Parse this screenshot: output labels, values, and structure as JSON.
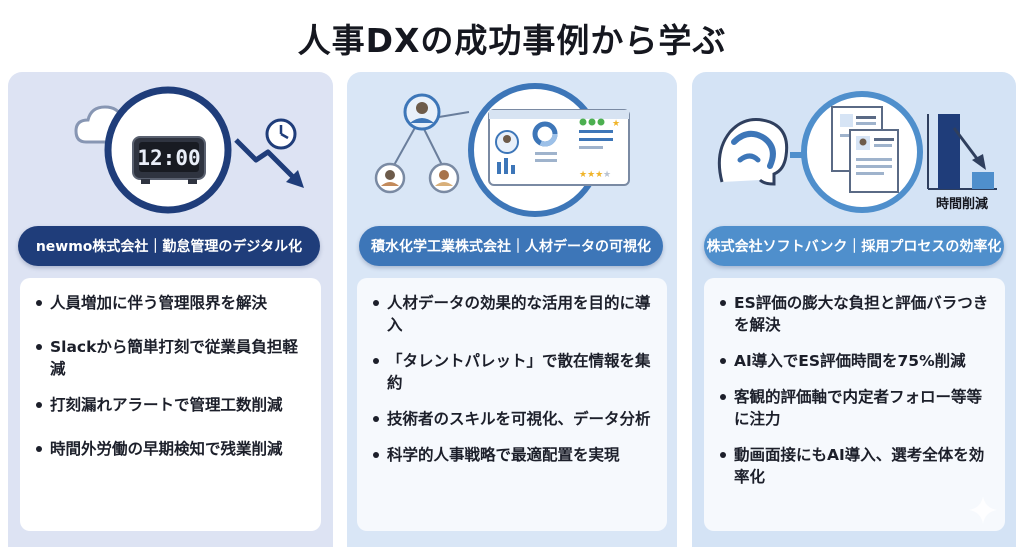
{
  "page": {
    "title": "人事DXの成功事例から学ぶ"
  },
  "cards": [
    {
      "heading": "newmo株式会社｜勤怠管理のデジタル化",
      "clock_display": "12:00",
      "bullets": [
        "人員増加に伴う管理限界を解決",
        "Slackから簡単打刻で従業員負担軽減",
        "打刻漏れアラートで管理工数削減",
        "時間外労働の早期検知で残業削減"
      ]
    },
    {
      "heading": "積水化学工業株式会社｜人材データの可視化",
      "bullets": [
        "人材データの効果的な活用を目的に導入",
        "「タレントパレット」で散在情報を集約",
        "技術者のスキルを可視化、データ分析",
        "科学的人事戦略で最適配置を実現"
      ]
    },
    {
      "heading": "株式会社ソフトバンク｜採用プロセスの効率化",
      "chart_label": "時間削減",
      "bullets": [
        "ES評価の膨大な負担と評価バラつきを解決",
        "AI導入でES評価時間を75%削減",
        "客観的評価軸で内定者フォロー等等に注力",
        "動画面接にもAI導入、選考全体を効率化"
      ]
    }
  ],
  "icons": [
    "cloud-icon",
    "digital-clock-icon",
    "clock-icon",
    "down-trend-arrow-icon",
    "person-icon",
    "dashboard-icon",
    "brain-icon",
    "documents-icon",
    "bar-chart-icon",
    "sparkle-icon"
  ],
  "colors": {
    "navy": "#1f3d7a",
    "mid_blue": "#3d76b8",
    "light_blue": "#4f8fcc"
  }
}
